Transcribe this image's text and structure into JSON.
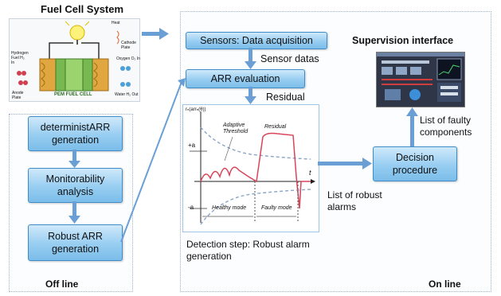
{
  "left": {
    "title": "Fuel Cell System",
    "footer": "Off line",
    "fc_labels": {
      "h2_in": "Hydrogen Fuel H₂ In",
      "anode": "Anode Plate",
      "heat": "Heat",
      "cathode": "Cathode Plate",
      "o2_in": "Oxygen O₂ In",
      "water": "Water H₂ Out",
      "pem": "PEM FUEL CELL"
    },
    "boxes": {
      "arr_gen": "deterministARR generation",
      "monit": "Monitorability analysis",
      "robust": "Robust ARR generation"
    }
  },
  "right": {
    "footer": "On line",
    "supervision_title": "Supervision interface",
    "boxes": {
      "sensors": "Sensors: Data acquisition",
      "arr_eval": "ARR evaluation",
      "decision": "Decision procedure"
    },
    "labels": {
      "sensor_datas": "Sensor datas",
      "residual": "Residual",
      "faulty_components": "List of faulty components",
      "robust_alarms": "List of robust alarms",
      "detection_step": "Detection step: Robust alarm generation"
    },
    "plot": {
      "y_label": "rₙ(arrₙ(θ))",
      "t_label": "t",
      "adaptive": "Adaptive Threshold",
      "residual": "Residual",
      "plus_a": "+a",
      "minus_a": "-a",
      "healthy": "Healthy mode",
      "faulty": "Faulty mode"
    }
  },
  "colors": {
    "box_border": "#3f8cc9",
    "arrow": "#6a9fd6",
    "residual_curve": "#d8455a",
    "threshold_curve": "#8aa6c9"
  }
}
